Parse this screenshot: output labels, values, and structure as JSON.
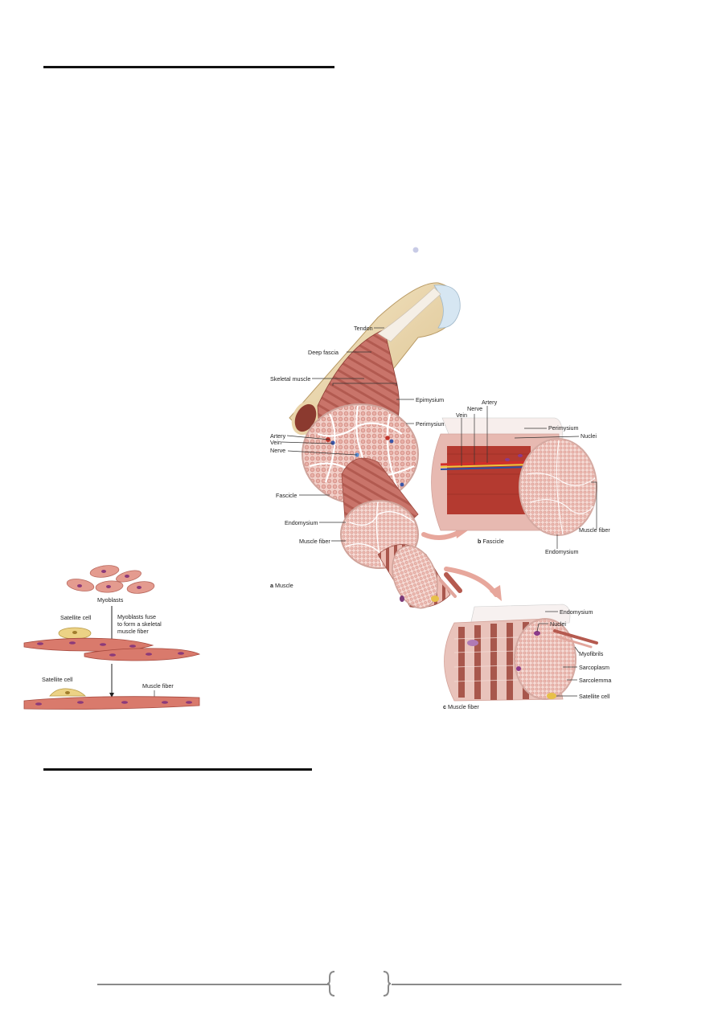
{
  "page": {
    "page_number": ""
  },
  "figure_main": {
    "labels": {
      "tendon": "Tendon",
      "deep_fascia": "Deep fascia",
      "skeletal_muscle": "Skeletal muscle",
      "epimysium": "Epimysium",
      "perimysium_a": "Perimysium",
      "artery_a": "Artery",
      "vein_a": "Vein",
      "nerve_a": "Nerve",
      "fascicle": "Fascicle",
      "endomysium_a": "Endomysium",
      "muscle_fiber_a": "Muscle fiber",
      "caption_a_letter": "a",
      "caption_a": "Muscle"
    }
  },
  "figure_fascicle": {
    "labels": {
      "artery": "Artery",
      "nerve": "Nerve",
      "vein": "Vein",
      "perimysium": "Perimysium",
      "nuclei": "Nuclei",
      "muscle_fiber": "Muscle fiber",
      "endomysium": "Endomysium",
      "caption_b_letter": "b",
      "caption_b": "Fascicle"
    }
  },
  "figure_fiber": {
    "labels": {
      "endomysium": "Endomysium",
      "nuclei": "Nuclei",
      "myofibrils": "Myofibrils",
      "sarcoplasm": "Sarcoplasm",
      "sarcolemma": "Sarcolemma",
      "satellite_cell": "Satellite cell",
      "caption_c_letter": "c",
      "caption_c": "Muscle fiber"
    }
  },
  "figure_development": {
    "labels": {
      "myoblasts": "Myoblasts",
      "satellite_cell_1": "Satellite cell",
      "fuse_line1": "Myoblasts fuse",
      "fuse_line2": "to form a skeletal",
      "fuse_line3": "muscle fiber",
      "satellite_cell_2": "Satellite cell",
      "muscle_fiber": "Muscle fiber"
    }
  },
  "colors": {
    "muscle": "#c9746a",
    "muscle_dark": "#a8473f",
    "muscle_light": "#e6a9a0",
    "bone": "#efdcb5",
    "cartilage": "#d6e6f2",
    "satellite": "#e8c46a"
  }
}
